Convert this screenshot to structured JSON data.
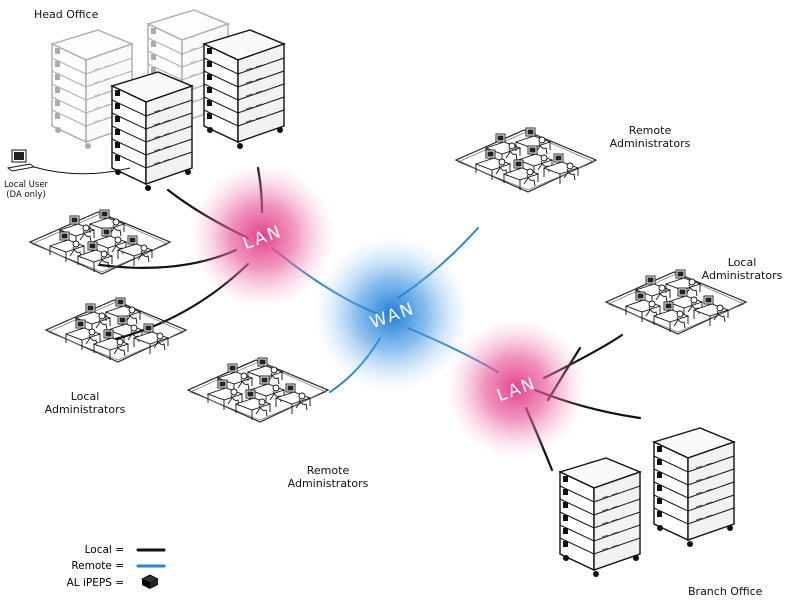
{
  "labels": {
    "head_office": "Head Office",
    "local_user_line1": "Local User",
    "local_user_line2": "(DA only)",
    "remote_admins_top_line1": "Remote",
    "remote_admins_top_line2": "Administrators",
    "local_admins_right_line1": "Local",
    "local_admins_right_line2": "Administrators",
    "local_admins_left_line1": "Local",
    "local_admins_left_line2": "Administrators",
    "remote_admins_bottom_line1": "Remote",
    "remote_admins_bottom_line2": "Administrators",
    "branch_office": "Branch Office"
  },
  "hubs": {
    "lan_top": "LAN",
    "wan": "WAN",
    "lan_bottom": "LAN"
  },
  "legend": {
    "local": "Local =",
    "remote": "Remote =",
    "al_ipeps": "AL iPEPS ="
  },
  "colors": {
    "lan_glow": "#e0307f",
    "wan_glow": "#1877d6",
    "local_line": "#111111",
    "remote_line": "#2a86cc"
  }
}
